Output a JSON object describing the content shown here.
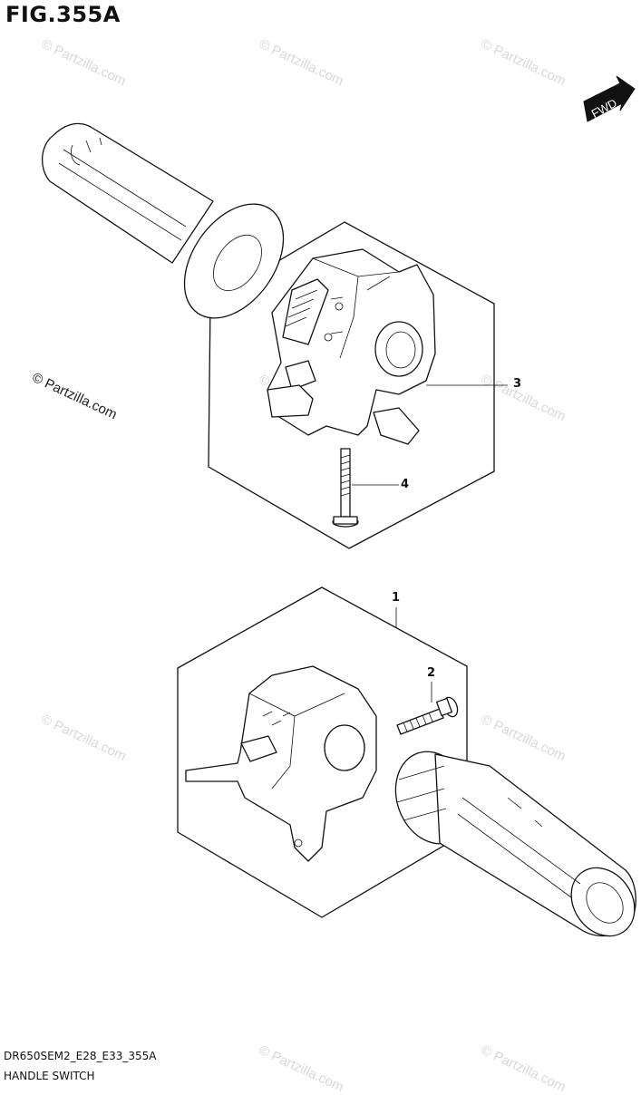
{
  "figure": {
    "title": "FIG.355A"
  },
  "badge": {
    "label": "FWD"
  },
  "callouts": [
    {
      "id": "1",
      "label": "1"
    },
    {
      "id": "2",
      "label": "2"
    },
    {
      "id": "3",
      "label": "3"
    },
    {
      "id": "4",
      "label": "4"
    }
  ],
  "copyright": "© Partzilla.com",
  "watermark": "© Partzilla.com",
  "footer": {
    "code": "DR650SEM2_E28_E33_355A",
    "name": "HANDLE SWITCH"
  }
}
